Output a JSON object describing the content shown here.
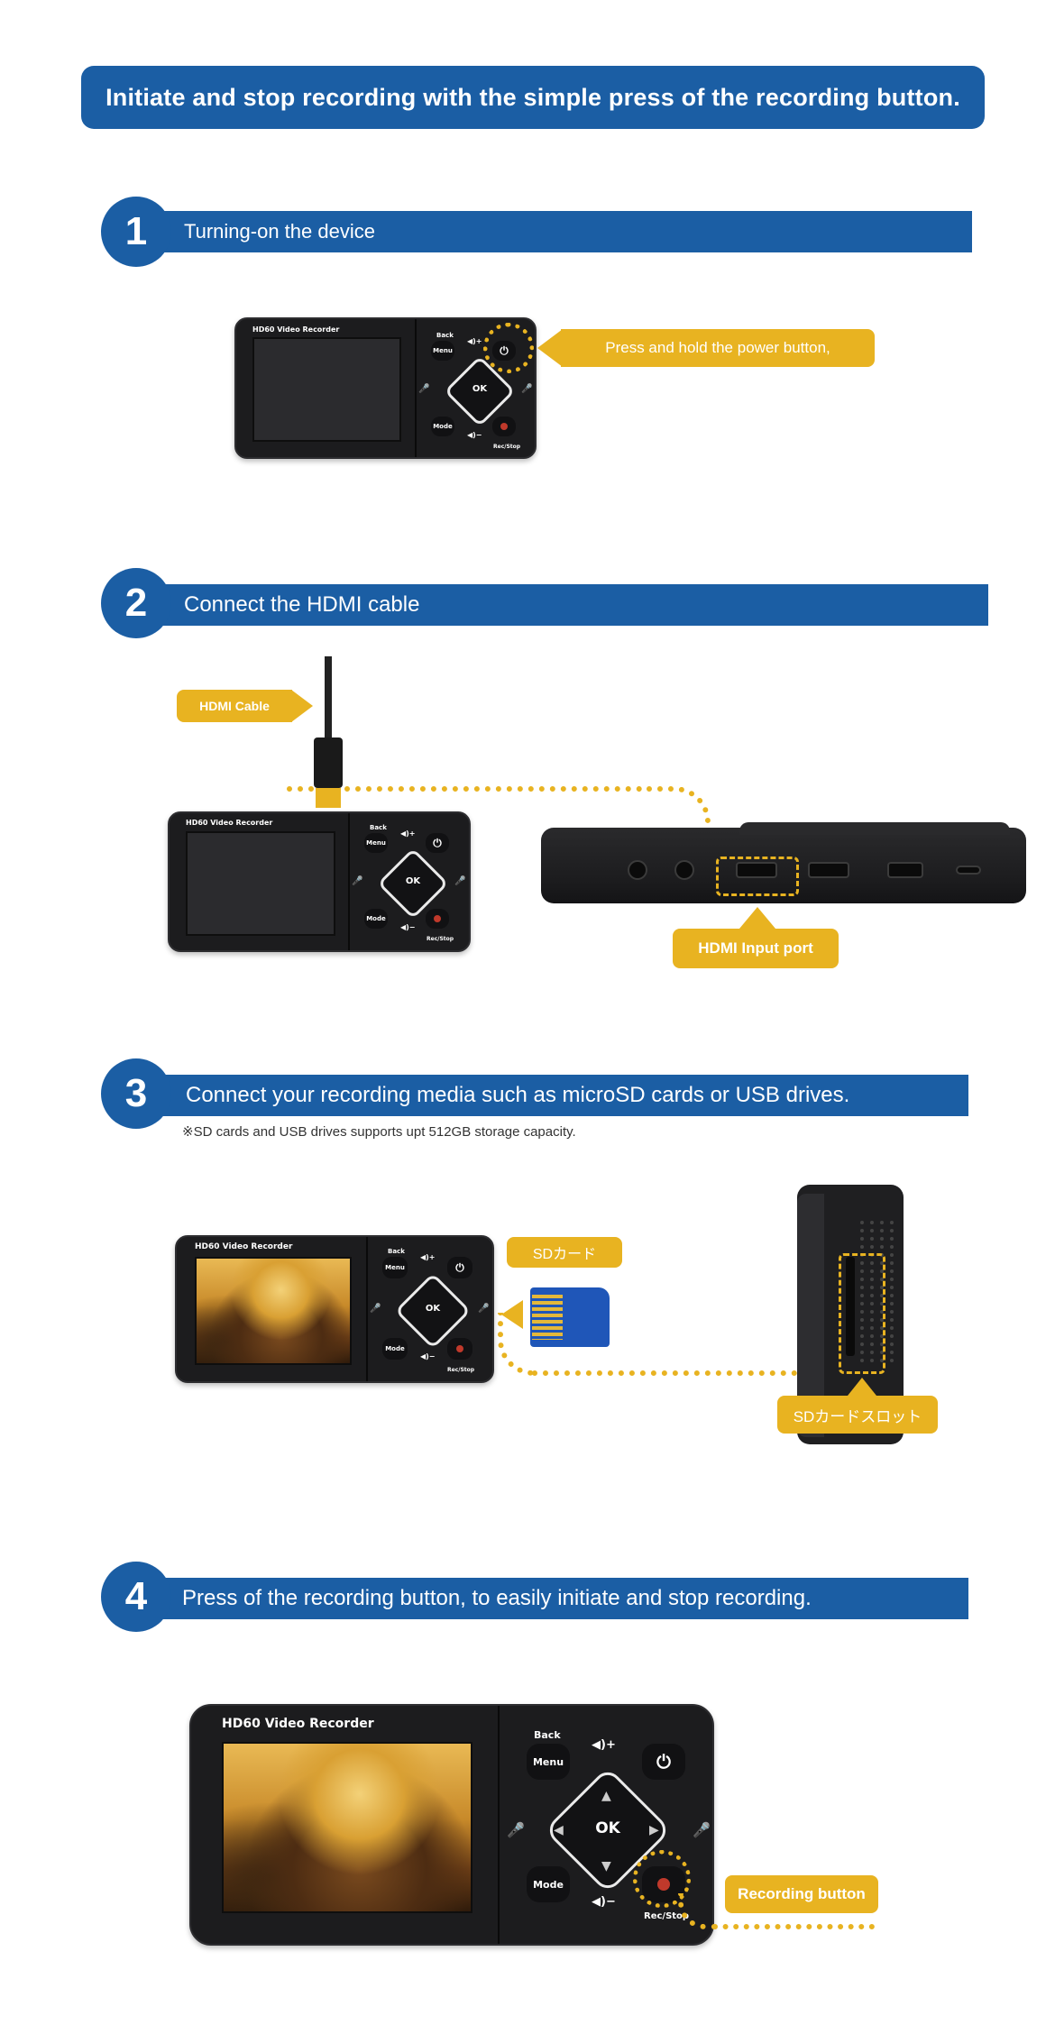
{
  "header": {
    "title": "Initiate and stop recording with the simple press of the recording button."
  },
  "steps": [
    {
      "number": "1",
      "title": "Turning-on the device",
      "callout": "Press and hold the power button,"
    },
    {
      "number": "2",
      "title": "Connect the HDMI cable",
      "cable_label": "HDMI Cable",
      "port_label": "HDMI Input port"
    },
    {
      "number": "3",
      "title": "Connect your recording media such as microSD cards or USB drives.",
      "note": "※SD cards and USB drives supports upt 512GB storage capacity.",
      "card_label": "SDカード",
      "slot_label": "SDカードスロット"
    },
    {
      "number": "4",
      "title": "Press of the recording button, to easily initiate and stop recording.",
      "callout": "Recording button"
    }
  ],
  "device": {
    "brand": "HD60 Video Recorder",
    "back": "Back",
    "menu": "Menu",
    "mode": "Mode",
    "ok": "OK",
    "vol_up": "◀)+",
    "vol_down": "◀)−",
    "rec_stop": "Rec/Stop"
  },
  "colors": {
    "brand_blue": "#1b5ea4",
    "accent_yellow": "#e8b321",
    "device_body": "#1c1c1e"
  }
}
